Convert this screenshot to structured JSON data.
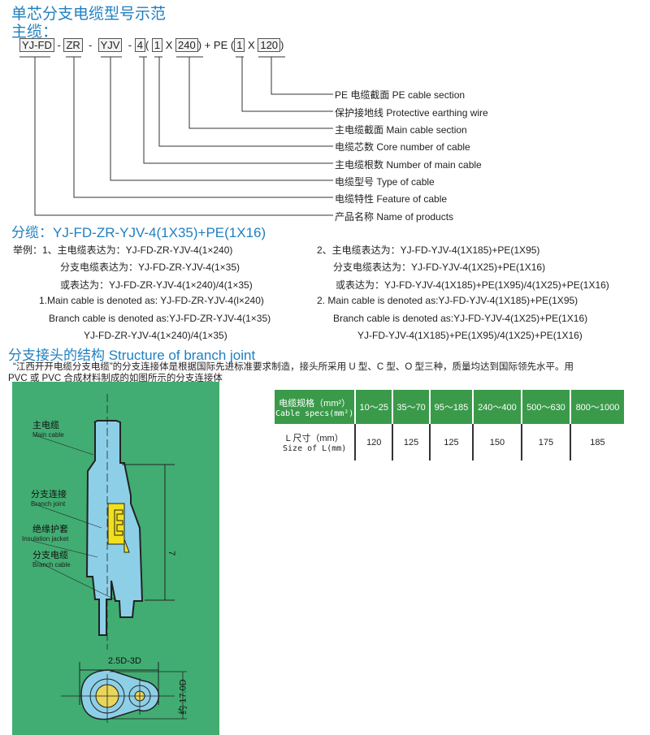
{
  "title": "单芯分支电缆型号示范",
  "main_cable": {
    "heading": "主缆：",
    "parts": [
      "YJ-FD",
      "-",
      "ZR",
      "-",
      "YJV",
      "-",
      "4",
      "(",
      "1",
      "X",
      "240",
      ") + PE (",
      "1",
      "X",
      "120",
      ")"
    ],
    "labels": [
      "PE 电缆截面 PE cable section",
      "保护接地线 Protective earthing wire",
      "主电缆截面 Main cable section",
      "电缆芯数 Core number of cable",
      "主电缆根数 Number of main cable",
      "电缆型号 Type of cable",
      "电缆特性 Feature of cable",
      "产品名称 Name of products"
    ]
  },
  "branch_cable": {
    "heading": "分缆：YJ-FD-ZR-YJV-4(1X35)+PE(1X16)",
    "left": [
      "举例：1、主电缆表达为：YJ-FD-ZR-YJV-4(1×240)",
      "分支电缆表达为：YJ-FD-ZR-YJV-4(1×35)",
      "或表达为：YJ-FD-ZR-YJV-4(1×240)/4(1×35)",
      "1.Main cable is denoted as: YJ-FD-ZR-YJV-4(l×240)",
      "Branch cable is denoted as:YJ-FD-ZR-YJV-4(1×35)",
      "YJ-FD-ZR-YJV-4(1×240)/4(1×35)"
    ],
    "right": [
      "2、主电缆表达为：YJ-FD-YJV-4(1X185)+PE(1X95)",
      "分支电缆表达为：YJ-FD-YJV-4(1X25)+PE(1X16)",
      "或表达为：YJ-FD-YJV-4(1X185)+PE(1X95)/4(1X25)+PE(1X16)",
      "2.  Main cable is denoted as:YJ-FD-YJV-4(1X185)+PE(1X95)",
      "Branch cable is denoted as:YJ-FD-YJV-4(1X25)+PE(1X16)",
      "YJ-FD-YJV-4(1X185)+PE(1X95)/4(1X25)+PE(1X16)"
    ]
  },
  "structure": {
    "heading": "分支接头的结构  Structure of branch joint",
    "para1": "“江西开开电缆分支电缆”的分支连接体是根据国际先进标准要求制造，接头所采用 U 型、C 型、O 型三种，质量均达到国际领先水平。用",
    "para2": "PVC 或 PVC 合成材料制成的如图所示的分支连接体"
  },
  "diagram": {
    "labels": [
      {
        "cn": "主电缆",
        "en": "Main cable"
      },
      {
        "cn": "分支连接",
        "en": "Branch joint"
      },
      {
        "cn": "绝缘护套",
        "en": "Insulation jacket"
      },
      {
        "cn": "分支电缆",
        "en": "Branch cable"
      }
    ],
    "dim_length": "7",
    "dim_width": "2.5D-3D",
    "dim_height": "约 17.0D"
  },
  "table": {
    "header_cn": "电缆规格（mm²）",
    "header_en": "Cable specs(mm²)",
    "row_cn": "L 尺寸（mm）",
    "row_en": "Size of L(mm)",
    "specs": [
      "10～25",
      "35～70",
      "95～185",
      "240～400",
      "500～630",
      "800～1000"
    ],
    "sizes": [
      "120",
      "125",
      "125",
      "150",
      "175",
      "185"
    ]
  },
  "colors": {
    "heading": "#1f7fc0",
    "table_header": "#3a9a4a",
    "diagram_bg": "#41ad72",
    "cable": "#8ecfe8",
    "joint": "#f2e01c"
  }
}
